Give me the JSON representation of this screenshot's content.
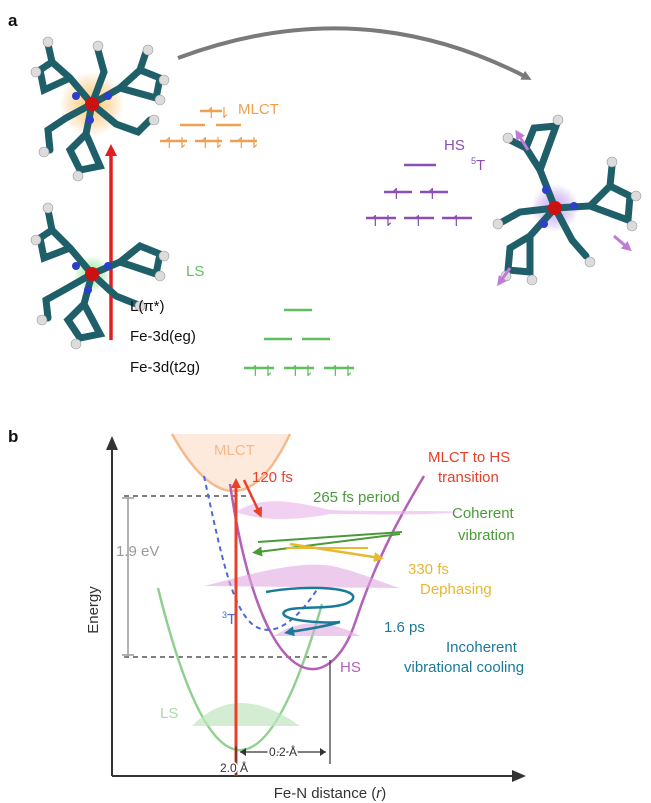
{
  "panel_a": {
    "label": "a",
    "mlct_label": "MLCT",
    "hs_label": "HS",
    "hs_state": "5T",
    "hs_state_sup": "5",
    "hs_state_letter": "T",
    "ls_label": "LS",
    "level_l": "L(π*)",
    "level_eg": "Fe-3d(eg)",
    "level_t2g": "Fe-3d(t2g)",
    "electron_glyph": "↿⇂",
    "colors": {
      "mlct": "#f0a050",
      "hs": "#8a4fb0",
      "ls": "#5fbf5f",
      "arrow": "#e02020",
      "curve_arrow": "#808080"
    }
  },
  "panel_b": {
    "label": "b",
    "y_axis_label": "Energy",
    "x_axis_label": "Fe-N distance (r)",
    "mlct_label": "MLCT",
    "ls_label": "LS",
    "hs_label": "HS",
    "triplet_label": "3T",
    "gap_label": "1.9 eV",
    "r_ls_label": "2.0 Å",
    "dr_label": "0.2 Å",
    "annotations": {
      "t120": "120 fs",
      "mlct_to_hs_1": "MLCT to HS",
      "mlct_to_hs_2": "transition",
      "period": "265 fs period",
      "coherent_1": "Coherent",
      "coherent_2": "vibration",
      "t330": "330 fs",
      "dephasing": "Dephasing",
      "t16": "1.6 ps",
      "incoherent_1": "Incoherent",
      "incoherent_2": "vibrational cooling"
    },
    "colors": {
      "mlct": "#f6b98c",
      "ls": "#8fd08f",
      "hs": "#b45fb8",
      "triplet": "#4a6ad8",
      "red": "#e8402a",
      "green": "#4a9a3a",
      "gold": "#e8b830",
      "teal": "#1a7a9a",
      "axis": "#333333",
      "gap": "#9a9a9a"
    }
  }
}
